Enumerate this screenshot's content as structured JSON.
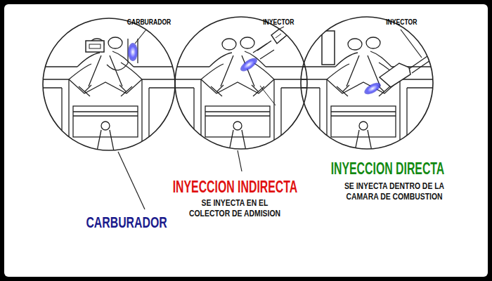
{
  "diagram": {
    "labels": [
      "CARBURADOR",
      "INYECTOR",
      "INYECTOR",
      "CARBURADOR",
      "INYECCION INDIRECTA",
      "SE INYECTA EN EL COLECTOR DE ADMISION",
      "INYECCION DIRECTA",
      "SE INYECTA DENTRO DE LA CAMARA DE COMBUSTION"
    ]
  }
}
